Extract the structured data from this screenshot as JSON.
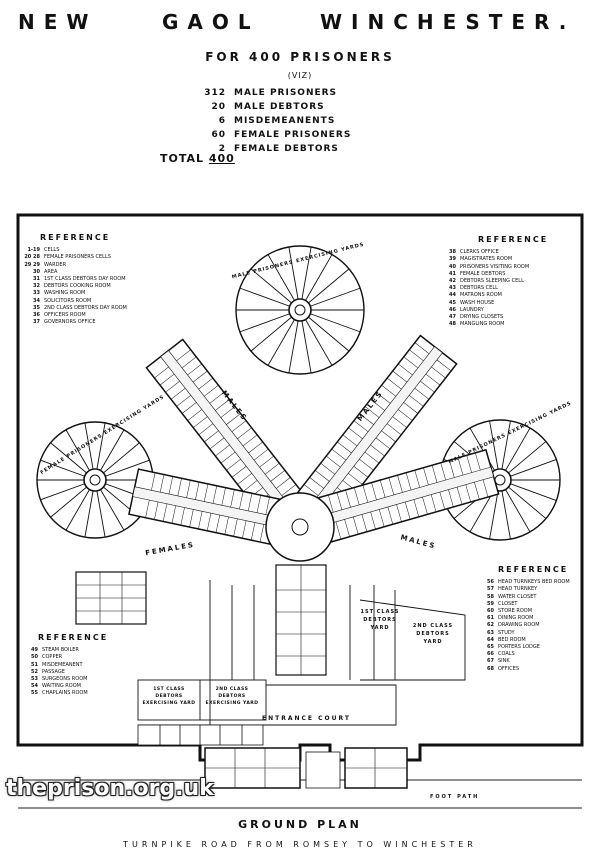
{
  "title": {
    "word1": "NEW",
    "word2": "GAOL",
    "word3": "WINCHESTER."
  },
  "subtitle": "FOR 400 PRISONERS",
  "viz": "(VIZ)",
  "counts": [
    {
      "n": "312",
      "label": "MALE PRISONERS"
    },
    {
      "n": "20",
      "label": "MALE DEBTORS"
    },
    {
      "n": "6",
      "label": "MISDEMEANENTS"
    },
    {
      "n": "60",
      "label": "FEMALE PRISONERS"
    },
    {
      "n": "2",
      "label": "FEMALE DEBTORS"
    }
  ],
  "total": {
    "label": "TOTAL",
    "value": "400"
  },
  "ref_top_left": {
    "heading": "REFERENCE",
    "items": [
      {
        "k": "1-19",
        "t": "CELLS"
      },
      {
        "k": "20 28",
        "t": "FEMALE PRISONERS CELLS"
      },
      {
        "k": "29 29",
        "t": "WARDER"
      },
      {
        "k": "30",
        "t": "AREA"
      },
      {
        "k": "31",
        "t": "1ST CLASS DEBTORS DAY ROOM"
      },
      {
        "k": "32",
        "t": "DEBTORS COOKING ROOM"
      },
      {
        "k": "33",
        "t": "WASHING ROOM"
      },
      {
        "k": "34",
        "t": "SOLICITORS ROOM"
      },
      {
        "k": "35",
        "t": "2ND CLASS DEBTORS DAY ROOM"
      },
      {
        "k": "36",
        "t": "OFFICERS ROOM"
      },
      {
        "k": "37",
        "t": "GOVERNORS OFFICE"
      }
    ]
  },
  "ref_top_right": {
    "heading": "REFERENCE",
    "items": [
      {
        "k": "38",
        "t": "CLERKS OFFICE"
      },
      {
        "k": "39",
        "t": "MAGISTRATES ROOM"
      },
      {
        "k": "40",
        "t": "PRISONERS VISITING ROOM"
      },
      {
        "k": "41",
        "t": "FEMALE DEBTORS"
      },
      {
        "k": "42",
        "t": "DEBTORS SLEEPING CELL"
      },
      {
        "k": "43",
        "t": "DEBTORS CELL"
      },
      {
        "k": "44",
        "t": "MATRONS ROOM"
      },
      {
        "k": "45",
        "t": "WASH HOUSE"
      },
      {
        "k": "46",
        "t": "LAUNDRY"
      },
      {
        "k": "47",
        "t": "DRYING CLOSETS"
      },
      {
        "k": "48",
        "t": "MANGLING ROOM"
      }
    ]
  },
  "ref_bottom_left": {
    "heading": "REFERENCE",
    "items": [
      {
        "k": "49",
        "t": "STEAM BOILER"
      },
      {
        "k": "50",
        "t": "COPPER"
      },
      {
        "k": "51",
        "t": "MISDEMEANENT"
      },
      {
        "k": "52",
        "t": "PASSAGE"
      },
      {
        "k": "53",
        "t": "SURGEONS ROOM"
      },
      {
        "k": "54",
        "t": "WAITING ROOM"
      },
      {
        "k": "55",
        "t": "CHAPLAINS ROOM"
      }
    ]
  },
  "ref_bottom_right": {
    "heading": "REFERENCE",
    "items": [
      {
        "k": "56",
        "t": "HEAD TURNKEYS BED ROOM"
      },
      {
        "k": "57",
        "t": "HEAD TURNKEY"
      },
      {
        "k": "58",
        "t": "WATER CLOSET"
      },
      {
        "k": "59",
        "t": "CLOSET"
      },
      {
        "k": "60",
        "t": "STORE ROOM"
      },
      {
        "k": "61",
        "t": "DINING ROOM"
      },
      {
        "k": "62",
        "t": "DRAWING ROOM"
      },
      {
        "k": "63",
        "t": "STUDY"
      },
      {
        "k": "64",
        "t": "BED ROOM"
      },
      {
        "k": "65",
        "t": "PORTERS LODGE"
      },
      {
        "k": "66",
        "t": "COALS"
      },
      {
        "k": "67",
        "t": "SINK"
      },
      {
        "k": "68",
        "t": "OFFICES"
      }
    ]
  },
  "labels": {
    "wing_females": "FEMALES",
    "wing_males_left": "MALES",
    "wing_males_right": "MALES",
    "wing_males_lower": "MALES",
    "yard_male_top": "MALE PRISONERS EXERCISING YARDS",
    "yard_female": "FEMALE PRISONERS EXERCISING YARDS",
    "yard_male_right": "MALE PRISONERS EXERCISING YARDS",
    "debtors_1st": "1ST CLASS DEBTORS YARD",
    "debtors_2nd": "2ND CLASS DEBTORS YARD",
    "debtors_exer_1": "1ST CLASS DEBTORS EXERCISING YARD",
    "debtors_exer_2": "2ND CLASS DEBTORS EXERCISING YARD",
    "entrance_court": "ENTRANCE COURT",
    "foot_path": "FOOT PATH"
  },
  "bottom_title": "GROUND PLAN",
  "bottom_road": "TURNPIKE ROAD FROM ROMSEY TO WINCHESTER",
  "watermark": "theprison.org.uk"
}
